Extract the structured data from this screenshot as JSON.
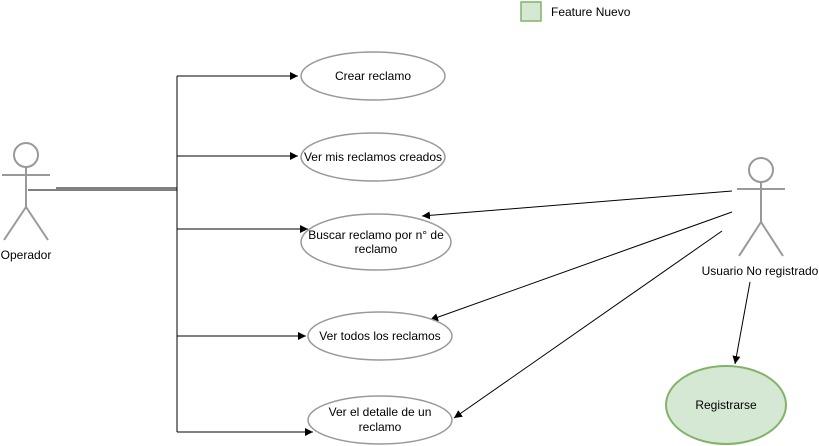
{
  "legend": {
    "label": "Feature Nuevo",
    "fill_color": "#d5e8d4",
    "stroke_color": "#82b366"
  },
  "actors": {
    "operador": {
      "label": "Operador"
    },
    "usuario": {
      "label": "Usuario No registrado"
    }
  },
  "use_cases": {
    "crear": {
      "label": "Crear reclamo"
    },
    "ver_mis": {
      "label": "Ver mis reclamos creados"
    },
    "buscar": {
      "line1": "Buscar reclamo por n° de",
      "line2": "reclamo"
    },
    "ver_todos": {
      "label": "Ver todos los reclamos"
    },
    "detalle": {
      "line1": "Ver el detalle de un",
      "line2": "reclamo"
    },
    "registrarse": {
      "label": "Registrarse"
    }
  }
}
